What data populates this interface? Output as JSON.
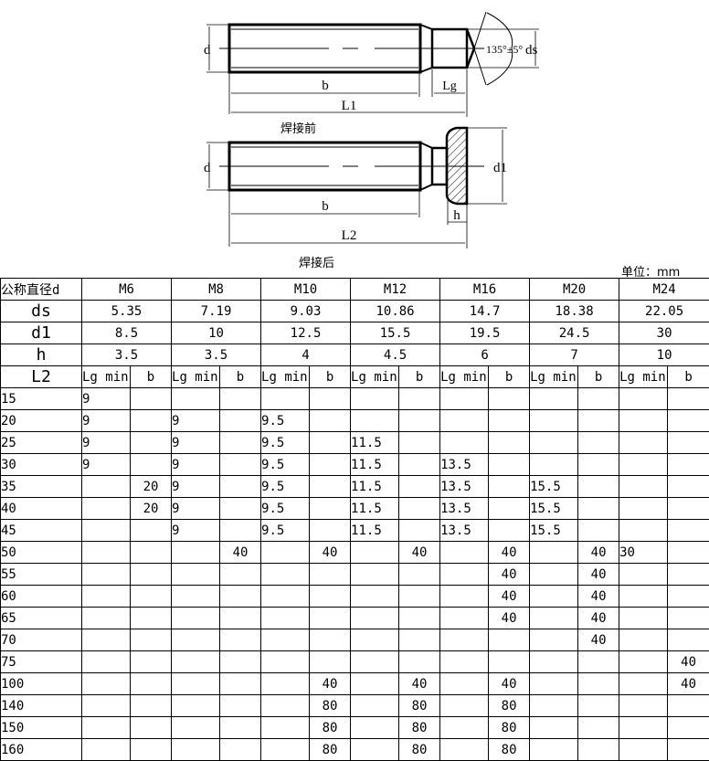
{
  "diagram": {
    "before": {
      "caption": "焊接前",
      "labels": {
        "d": "d",
        "b": "b",
        "L1": "L1",
        "Lg": "Lg",
        "angle": "135°±5°",
        "ds": "ds"
      }
    },
    "after": {
      "caption": "焊接后",
      "labels": {
        "d": "d",
        "b": "b",
        "L2": "L2",
        "d1": "d1",
        "h": "h"
      }
    }
  },
  "unit": "单位：mm",
  "table": {
    "header_label": "公称直径d",
    "sizes": [
      "M6",
      "M8",
      "M10",
      "M12",
      "M16",
      "M20",
      "M24"
    ],
    "ds_label": "ds",
    "ds": [
      "5.35",
      "7.19",
      "9.03",
      "10.86",
      "14.7",
      "18.38",
      "22.05"
    ],
    "d1_label": "d1",
    "d1": [
      "8.5",
      "10",
      "12.5",
      "15.5",
      "19.5",
      "24.5",
      "30"
    ],
    "h_label": "h",
    "h": [
      "3.5",
      "3.5",
      "4",
      "4.5",
      "6",
      "7",
      "10"
    ],
    "L2_label": "L2",
    "sub_lg": "Lg min",
    "sub_b": "b",
    "rows": [
      {
        "L2": "15",
        "cells": [
          "9",
          "",
          "",
          "",
          "",
          "",
          "",
          "",
          "",
          "",
          "",
          "",
          "",
          ""
        ]
      },
      {
        "L2": "20",
        "cells": [
          "9",
          "",
          "9",
          "",
          "9.5",
          "",
          "",
          "",
          "",
          "",
          "",
          "",
          "",
          ""
        ]
      },
      {
        "L2": "25",
        "cells": [
          "9",
          "",
          "9",
          "",
          "9.5",
          "",
          "11.5",
          "",
          "",
          "",
          "",
          "",
          "",
          ""
        ]
      },
      {
        "L2": "30",
        "cells": [
          "9",
          "",
          "9",
          "",
          "9.5",
          "",
          "11.5",
          "",
          "13.5",
          "",
          "",
          "",
          "",
          ""
        ]
      },
      {
        "L2": "35",
        "cells": [
          "",
          "20",
          "9",
          "",
          "9.5",
          "",
          "11.5",
          "",
          "13.5",
          "",
          "15.5",
          "",
          "",
          ""
        ]
      },
      {
        "L2": "40",
        "cells": [
          "",
          "20",
          "9",
          "",
          "9.5",
          "",
          "11.5",
          "",
          "13.5",
          "",
          "15.5",
          "",
          "",
          ""
        ]
      },
      {
        "L2": "45",
        "cells": [
          "",
          "",
          "9",
          "",
          "9.5",
          "",
          "11.5",
          "",
          "13.5",
          "",
          "15.5",
          "",
          "",
          ""
        ]
      },
      {
        "L2": "50",
        "cells": [
          "",
          "",
          "",
          "40",
          "",
          "40",
          "",
          "40",
          "",
          "40",
          "",
          "40",
          "30",
          ""
        ]
      },
      {
        "L2": "55",
        "cells": [
          "",
          "",
          "",
          "",
          "",
          "",
          "",
          "",
          "",
          "40",
          "",
          "40",
          "",
          ""
        ]
      },
      {
        "L2": "60",
        "cells": [
          "",
          "",
          "",
          "",
          "",
          "",
          "",
          "",
          "",
          "40",
          "",
          "40",
          "",
          ""
        ]
      },
      {
        "L2": "65",
        "cells": [
          "",
          "",
          "",
          "",
          "",
          "",
          "",
          "",
          "",
          "40",
          "",
          "40",
          "",
          ""
        ]
      },
      {
        "L2": "70",
        "cells": [
          "",
          "",
          "",
          "",
          "",
          "",
          "",
          "",
          "",
          "",
          "",
          "40",
          "",
          ""
        ]
      },
      {
        "L2": "75",
        "cells": [
          "",
          "",
          "",
          "",
          "",
          "",
          "",
          "",
          "",
          "",
          "",
          "",
          "",
          "40"
        ]
      },
      {
        "L2": "100",
        "cells": [
          "",
          "",
          "",
          "",
          "",
          "40",
          "",
          "40",
          "",
          "40",
          "",
          "",
          "",
          "40"
        ]
      },
      {
        "L2": "140",
        "cells": [
          "",
          "",
          "",
          "",
          "",
          "80",
          "",
          "80",
          "",
          "80",
          "",
          "",
          "",
          ""
        ]
      },
      {
        "L2": "150",
        "cells": [
          "",
          "",
          "",
          "",
          "",
          "80",
          "",
          "80",
          "",
          "80",
          "",
          "",
          "",
          ""
        ]
      },
      {
        "L2": "160",
        "cells": [
          "",
          "",
          "",
          "",
          "",
          "80",
          "",
          "80",
          "",
          "80",
          "",
          "",
          "",
          ""
        ]
      }
    ]
  }
}
